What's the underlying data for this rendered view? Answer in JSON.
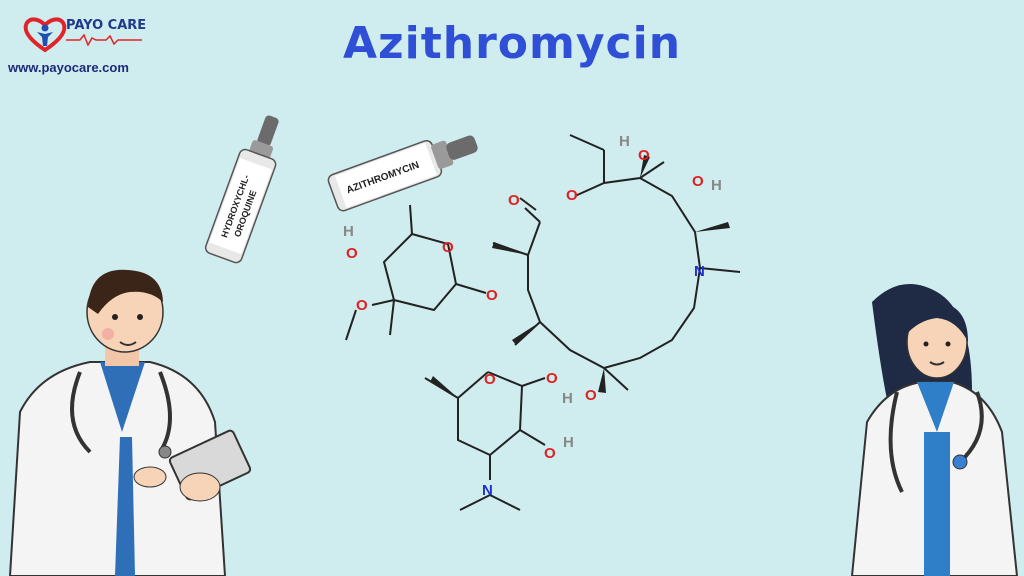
{
  "brand": {
    "name": "PAYO CARE",
    "website": "www.payocare.com"
  },
  "title": "Azithromycin",
  "vials": [
    {
      "label_line1": "HYDROXYCHL-",
      "label_line2": "OROQUINE"
    },
    {
      "label": "AZITHROMYCIN"
    }
  ],
  "atoms": {
    "O": "O",
    "N": "N",
    "H": "H"
  },
  "colors": {
    "background": "#cfecef",
    "title": "#2f4fd6",
    "oxygen": "#e02020",
    "nitrogen": "#2030d0",
    "hydrogen": "#888888",
    "bond": "#222222"
  }
}
